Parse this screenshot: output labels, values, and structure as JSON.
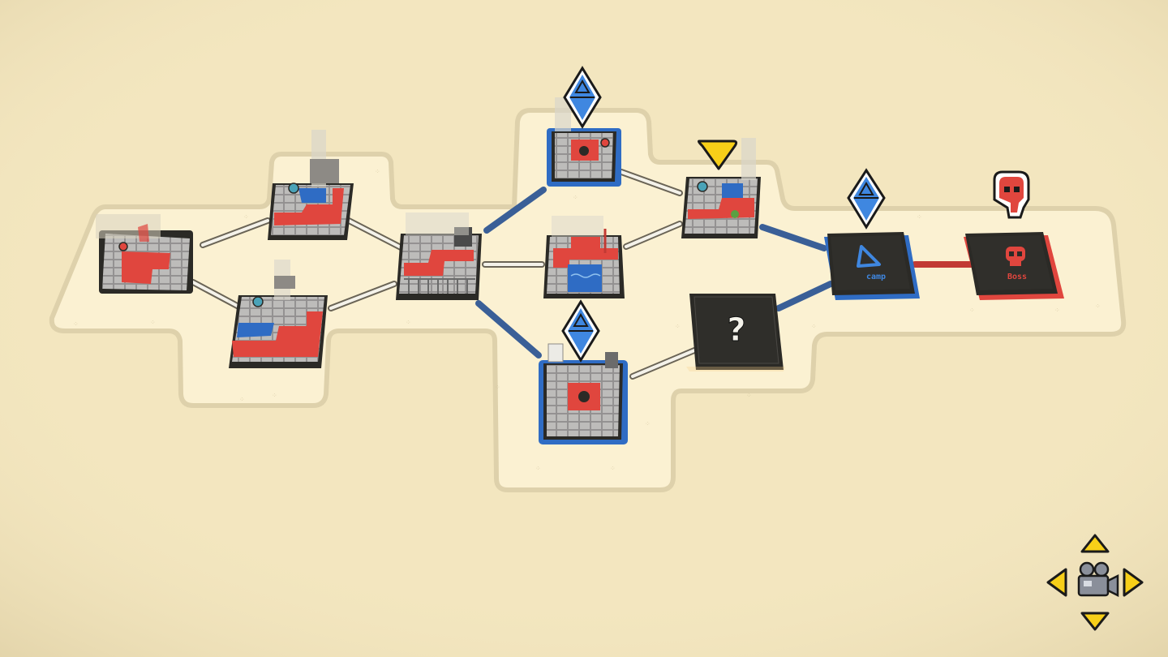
{
  "map": {
    "nodes": [
      {
        "id": "room-start",
        "kind": "room"
      },
      {
        "id": "room-upper-1",
        "kind": "room"
      },
      {
        "id": "room-lower-1",
        "kind": "room"
      },
      {
        "id": "room-hub",
        "kind": "room"
      },
      {
        "id": "room-top",
        "kind": "room",
        "marker": "blue-diamond"
      },
      {
        "id": "room-center",
        "kind": "room"
      },
      {
        "id": "room-bottom",
        "kind": "room",
        "marker": "blue-diamond"
      },
      {
        "id": "room-current",
        "kind": "room",
        "marker": "yellow-arrow"
      },
      {
        "id": "mystery",
        "kind": "unknown",
        "symbol": "?"
      },
      {
        "id": "camp",
        "kind": "camp",
        "label": "camp",
        "marker": "blue-diamond"
      },
      {
        "id": "boss",
        "kind": "boss",
        "label": "Boss",
        "marker": "red-skull"
      }
    ]
  },
  "colors": {
    "background": "#f3e6bf",
    "board": "#fbf1d2",
    "board_outline": "#dccfa9",
    "blue": "#2f6cc4",
    "red": "#e0463e",
    "yellow": "#f7cf18",
    "dark_tile": "#2b2a26"
  },
  "camera_controls": {
    "icon": "camera-icon",
    "arrows": [
      "up",
      "down",
      "left",
      "right"
    ]
  }
}
